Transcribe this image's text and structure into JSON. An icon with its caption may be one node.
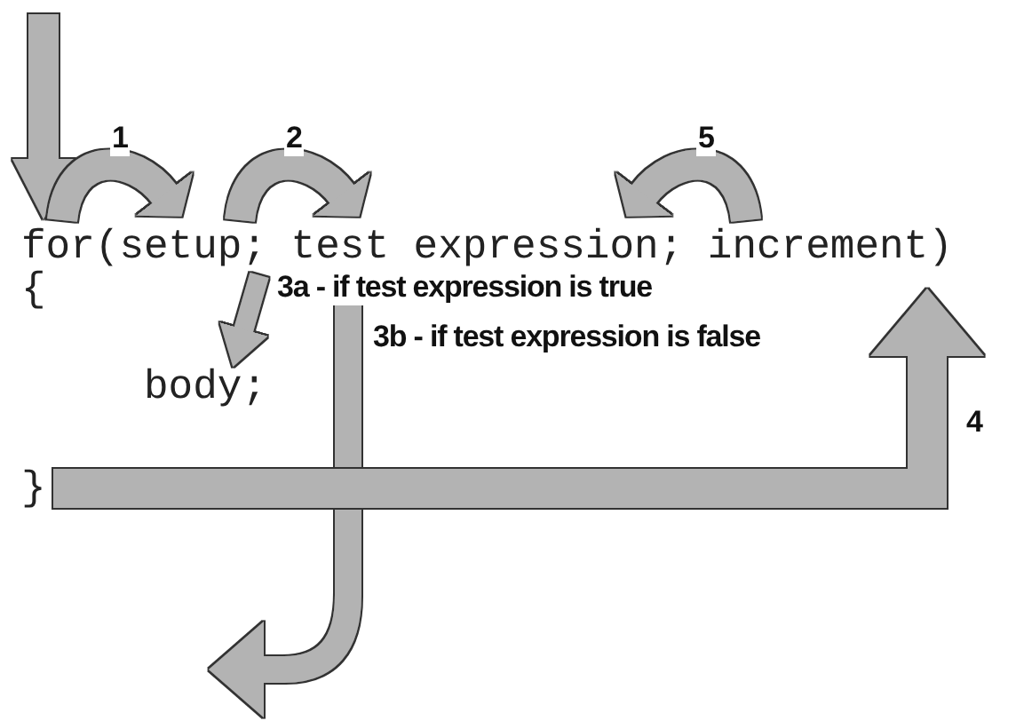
{
  "diagram": {
    "nodes": [
      {
        "text": [
          "for("
        ]
      },
      {
        "text": [
          "setup;"
        ]
      },
      {
        "text": [
          "test expression;"
        ]
      },
      {
        "text": [
          "increment)"
        ]
      },
      {
        "text": [
          "{"
        ]
      },
      {
        "text": [
          "body;"
        ]
      },
      {
        "text": [
          "}"
        ]
      }
    ],
    "edges": [
      {
        "from": null,
        "to": 0,
        "arrow": "to"
      },
      {
        "from": 0,
        "to": 1,
        "arrow": "to",
        "label": "1"
      },
      {
        "from": 1,
        "to": 2,
        "arrow": "to",
        "label": "2"
      },
      {
        "from": 2,
        "to": 5,
        "arrow": "to",
        "label": "3a - if test expression is true"
      },
      {
        "from": 2,
        "to": null,
        "arrow": "to",
        "label": "3b - if test expression is false"
      },
      {
        "from": 6,
        "to": 3,
        "arrow": "to",
        "label": "4"
      },
      {
        "from": 3,
        "to": 2,
        "arrow": "to",
        "label": "5"
      }
    ]
  }
}
